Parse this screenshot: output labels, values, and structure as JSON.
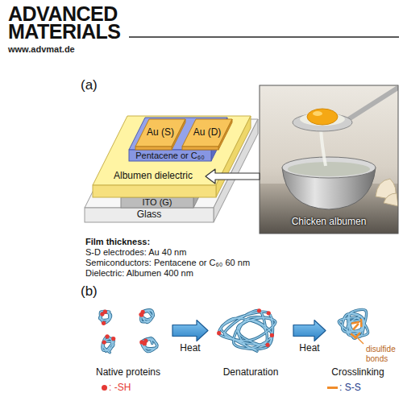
{
  "diagram": {
    "nodes": [
      {
        "text": [
          "Au (S)"
        ]
      },
      {
        "text": [
          "Au (D)"
        ]
      },
      {
        "text": [
          "Pentacene or C₆₀"
        ]
      },
      {
        "text": [
          "Albumen dielectric"
        ]
      },
      {
        "text": [
          "ITO (G)"
        ]
      },
      {
        "text": [
          "Glass"
        ]
      },
      {
        "text": [
          "Chicken albumen"
        ]
      },
      {
        "text": [
          "Native proteins"
        ]
      },
      {
        "text": [
          "Denaturation"
        ]
      },
      {
        "text": [
          "Crosslinking"
        ]
      }
    ],
    "edges": [
      {
        "from": 6,
        "to": 3,
        "arrow": "to"
      },
      {
        "from": 7,
        "to": 8,
        "label": "Heat",
        "arrow": "to"
      },
      {
        "from": 8,
        "to": 9,
        "label": "Heat",
        "arrow": "to"
      }
    ],
    "labels": [
      "ADVANCED MATERIALS",
      "www.advmat.de",
      "(a)",
      "Film thickness:",
      "S-D electrodes: Au 40 nm",
      "Semiconductors: Pentacene or C₆₀ 60 nm",
      "Dielectric: Albumen 400 nm",
      "(b)",
      "disulfide bonds"
    ],
    "legend": [
      {
        "text": ": -SH",
        "color": "#e53935"
      },
      {
        "text": ": S-S",
        "color": "#f08c2a"
      }
    ]
  }
}
